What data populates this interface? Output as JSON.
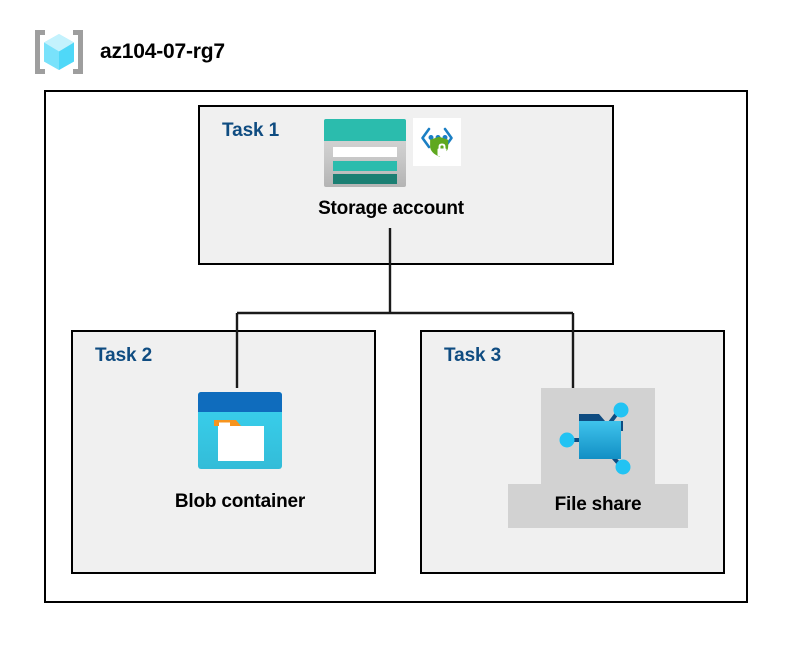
{
  "resource_group": {
    "name": "az104-07-rg7",
    "icon": "resource-group-icon"
  },
  "diagram": {
    "type": "azure-architecture",
    "tasks": [
      {
        "label": "Task 1",
        "node_caption": "Storage account",
        "icons": [
          "storage-account-icon",
          "secure-endpoint-icon"
        ]
      },
      {
        "label": "Task 2",
        "node_caption": "Blob container",
        "icons": [
          "blob-container-icon"
        ]
      },
      {
        "label": "Task 3",
        "node_caption": "File share",
        "icons": [
          "file-share-icon"
        ]
      }
    ],
    "connections": [
      {
        "from": "Storage account",
        "to": "Blob container"
      },
      {
        "from": "Storage account",
        "to": "File share"
      }
    ]
  },
  "colors": {
    "task_label": "#0f4c81",
    "caption": "#000000",
    "box_border": "#000000",
    "box_fill": "#f0f0f0",
    "canvas": "#ffffff",
    "storage_teal": "#2bbcad",
    "storage_teal_dark": "#1b7f73",
    "blob_blue": "#0f6cbd",
    "blob_cyan": "#32c8ea",
    "folder_orange": "#f7941e",
    "fileshare_blue": "#2aa5db",
    "node_cyan": "#22c3f3",
    "shield_green": "#5fa81f",
    "chevron_blue": "#1b7fc4",
    "selection_grey": "#d2d2d2",
    "rg_cube_cyan": "#7fe4fb",
    "rg_bracket_grey": "#9e9e9e"
  }
}
